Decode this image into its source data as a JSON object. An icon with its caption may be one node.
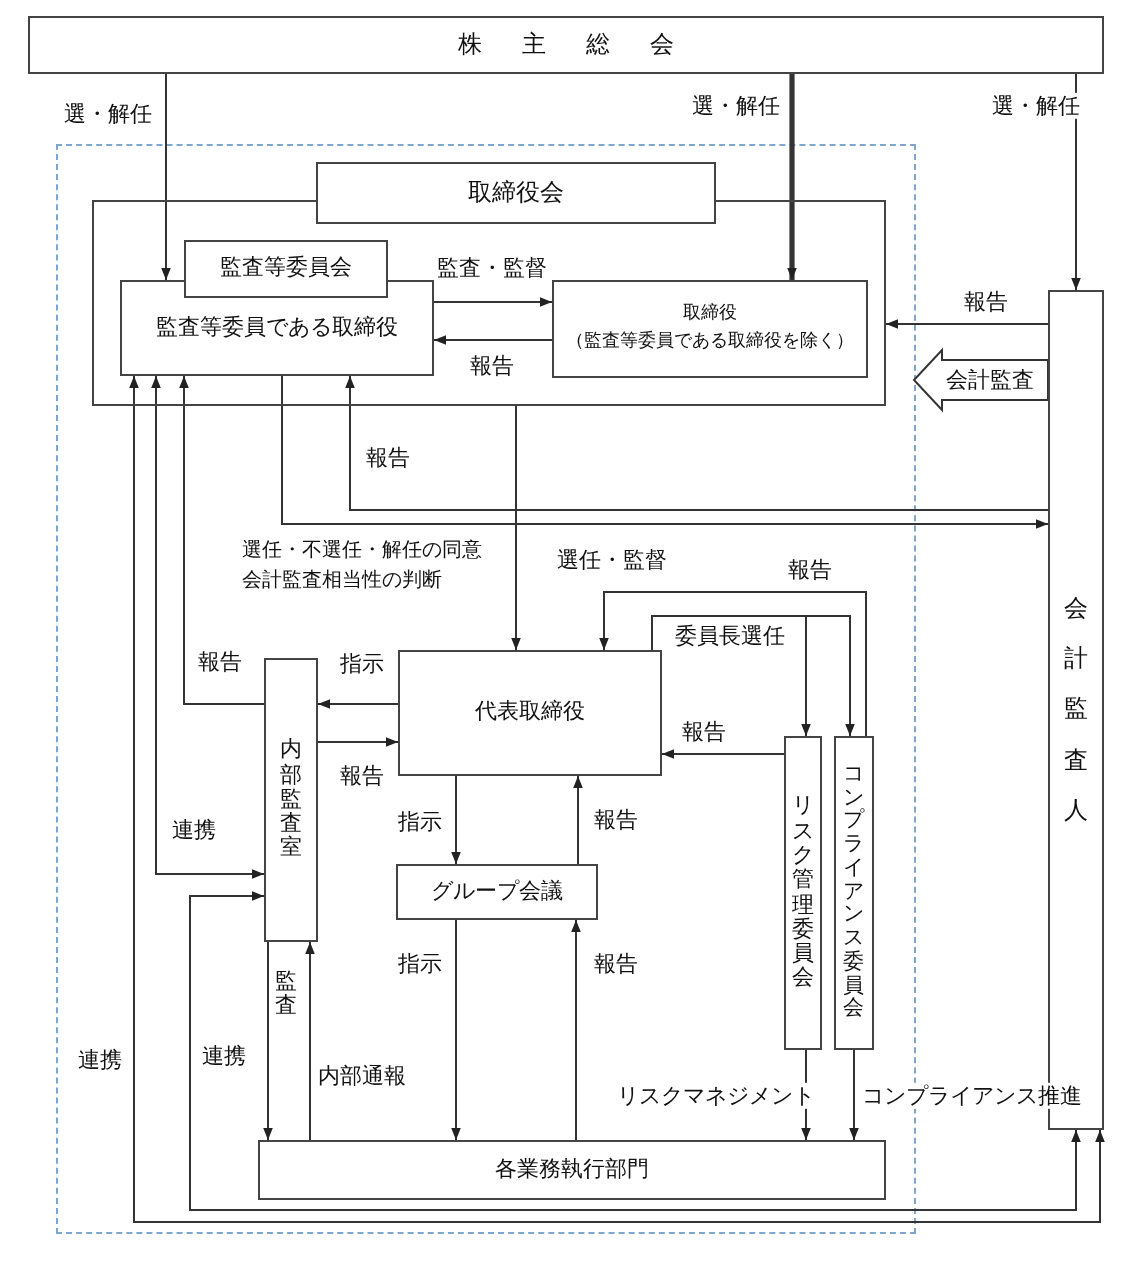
{
  "diagram": {
    "nodes": [
      {
        "text": [
          "株主総会"
        ]
      },
      {
        "text": [
          "取締役会"
        ]
      },
      {
        "text": [
          "監査等委員会"
        ],
        "in": 1
      },
      {
        "text": [
          "監査等委員である取締役"
        ],
        "in": 1
      },
      {
        "text": [
          "取締役",
          "（監査等委員である取締役を除く）"
        ],
        "in": 1
      },
      {
        "text": [
          "会計監査人"
        ]
      },
      {
        "text": [
          "代表取締役"
        ]
      },
      {
        "text": [
          "内部監査室"
        ]
      },
      {
        "text": [
          "グループ会議"
        ]
      },
      {
        "text": [
          "リスク管理委員会"
        ]
      },
      {
        "text": [
          "コンプライアンス委員会"
        ]
      },
      {
        "text": [
          "各業務執行部門"
        ]
      }
    ],
    "edges": [
      {
        "from": 0,
        "to": 3,
        "arrow": "to",
        "label": "選・解任"
      },
      {
        "from": 0,
        "to": 4,
        "arrow": "to",
        "label": "選・解任",
        "style": "thick"
      },
      {
        "from": 0,
        "to": 5,
        "arrow": "to",
        "label": "選・解任"
      },
      {
        "from": 3,
        "to": 4,
        "arrow": "to",
        "label": "監査・監督"
      },
      {
        "from": 4,
        "to": 3,
        "arrow": "to",
        "label": "報告"
      },
      {
        "from": 5,
        "to": 1,
        "arrow": "to",
        "label": "報告"
      },
      {
        "from": 3,
        "to": 5,
        "arrow": "to",
        "label": "選任・不選任・解任の同意会計監査相当性の判断"
      },
      {
        "from": 5,
        "to": 3,
        "arrow": "to",
        "label": "報告"
      },
      {
        "from": 5,
        "to": 1,
        "arrow": "to",
        "label": "会計監査"
      },
      {
        "from": 1,
        "to": 6,
        "arrow": "to",
        "label": "選任・監督"
      },
      {
        "from": 7,
        "to": 3,
        "arrow": "to",
        "label": "報告"
      },
      {
        "from": 6,
        "to": 7,
        "arrow": "to",
        "label": "指示"
      },
      {
        "from": 7,
        "to": 6,
        "arrow": "to",
        "label": "報告"
      },
      {
        "from": 3,
        "to": 7,
        "arrow": "both",
        "label": "連携"
      },
      {
        "from": 7,
        "to": 5,
        "arrow": "both",
        "label": "連携"
      },
      {
        "from": 3,
        "to": 5,
        "arrow": "both",
        "label": "連携"
      },
      {
        "from": 7,
        "to": 11,
        "arrow": "to",
        "label": "監査"
      },
      {
        "from": 11,
        "to": 7,
        "arrow": "to",
        "label": "内部通報"
      },
      {
        "from": 6,
        "to": 8,
        "arrow": "to",
        "label": "指示"
      },
      {
        "from": 8,
        "to": 6,
        "arrow": "to",
        "label": "報告"
      },
      {
        "from": 8,
        "to": 11,
        "arrow": "to",
        "label": "指示"
      },
      {
        "from": 11,
        "to": 8,
        "arrow": "to",
        "label": "報告"
      },
      {
        "from": 9,
        "to": 6,
        "arrow": "to",
        "label": "報告"
      },
      {
        "from": 6,
        "to": 9,
        "arrow": "to",
        "label": "委員長選任"
      },
      {
        "from": 6,
        "to": 10,
        "arrow": "to"
      },
      {
        "from": 10,
        "to": 6,
        "arrow": "to",
        "label": "報告"
      },
      {
        "from": 9,
        "to": 11,
        "arrow": "to",
        "label": "リスクマネジメント"
      },
      {
        "from": 10,
        "to": 11,
        "arrow": "to",
        "label": "コンプライアンス推進"
      }
    ]
  }
}
